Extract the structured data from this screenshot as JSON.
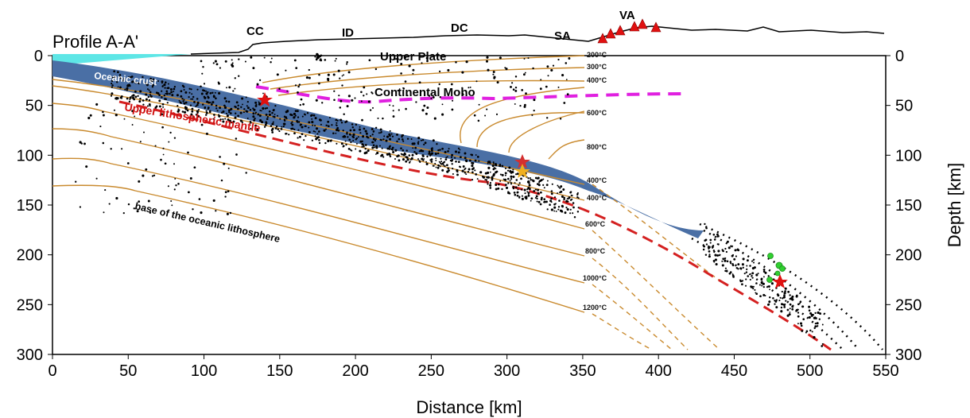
{
  "title": "Profile A-A'",
  "axes": {
    "x_label": "Distance [km]",
    "y_label": "Depth [km]",
    "x_ticks": [
      "0",
      "50",
      "100",
      "150",
      "200",
      "250",
      "300",
      "350",
      "400",
      "450",
      "500",
      "550"
    ],
    "y_ticks": [
      "0",
      "50",
      "100",
      "150",
      "200",
      "250",
      "300"
    ],
    "x_range": [
      0,
      550
    ],
    "y_range": [
      0,
      300
    ]
  },
  "surface_labels": [
    "CC",
    "ID",
    "DC",
    "SA",
    "VA"
  ],
  "labels": {
    "upper_plate": "Upper Plate",
    "oceanic_crust": "Oceanic crust",
    "continental_moho": "Continental Moho",
    "upper_lith_mantle": "Upper lithospheric mantle",
    "base_oceanic_lith": "base of the oceanic lithosphere"
  },
  "isotherm_labels_upper": [
    "200°C",
    "300°C",
    "400°C",
    "600°C",
    "800°C"
  ],
  "isotherm_labels_lower": [
    "400°C",
    "400°C",
    "600°C",
    "800°C",
    "1000°C",
    "1200°C"
  ],
  "colors": {
    "slab": "#4a6fa5",
    "ocean": "#5ee6e6",
    "isotherm": "#c98a2e",
    "moho": "#e020e0",
    "mantle_line": "#d42020",
    "volcano": "#e01010",
    "events_green": "#30d030"
  }
}
